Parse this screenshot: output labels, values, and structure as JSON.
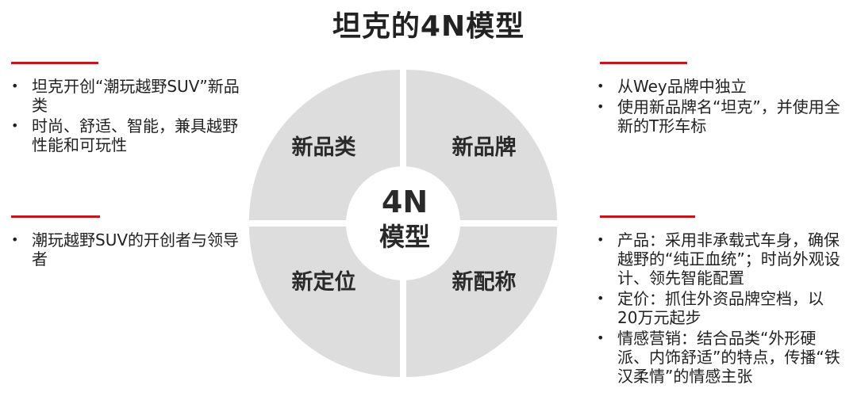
{
  "title": "坦克的4N模型",
  "colors": {
    "accent": "#c8151b",
    "quadrant_fill": "#dddddd",
    "center_fill": "#ffffff",
    "text": "#222222"
  },
  "diagram": {
    "quadrants": {
      "top_left": "新品类",
      "top_right": "新品牌",
      "bottom_left": "新定位",
      "bottom_right": "新配称"
    },
    "center": {
      "line1": "4N",
      "line2": "模型"
    }
  },
  "panels": {
    "top_left": {
      "bullets": [
        "坦克开创“潮玩越野SUV”新品类",
        "时尚、舒适、智能，兼具越野性能和可玩性"
      ]
    },
    "bottom_left": {
      "bullets": [
        "潮玩越野SUV的开创者与领导者"
      ]
    },
    "top_right": {
      "bullets": [
        "从Wey品牌中独立",
        "使用新品牌名“坦克”，并使用全新的T形车标"
      ]
    },
    "bottom_right": {
      "bullets": [
        "产品：采用非承载式车身，确保越野的“纯正血统”；时尚外观设计、领先智能配置",
        "定价：抓住外资品牌空档，以20万元起步",
        "情感营销：结合品类“外形硬派、内饰舒适”的特点，传播“铁汉柔情”的情感主张"
      ]
    }
  }
}
